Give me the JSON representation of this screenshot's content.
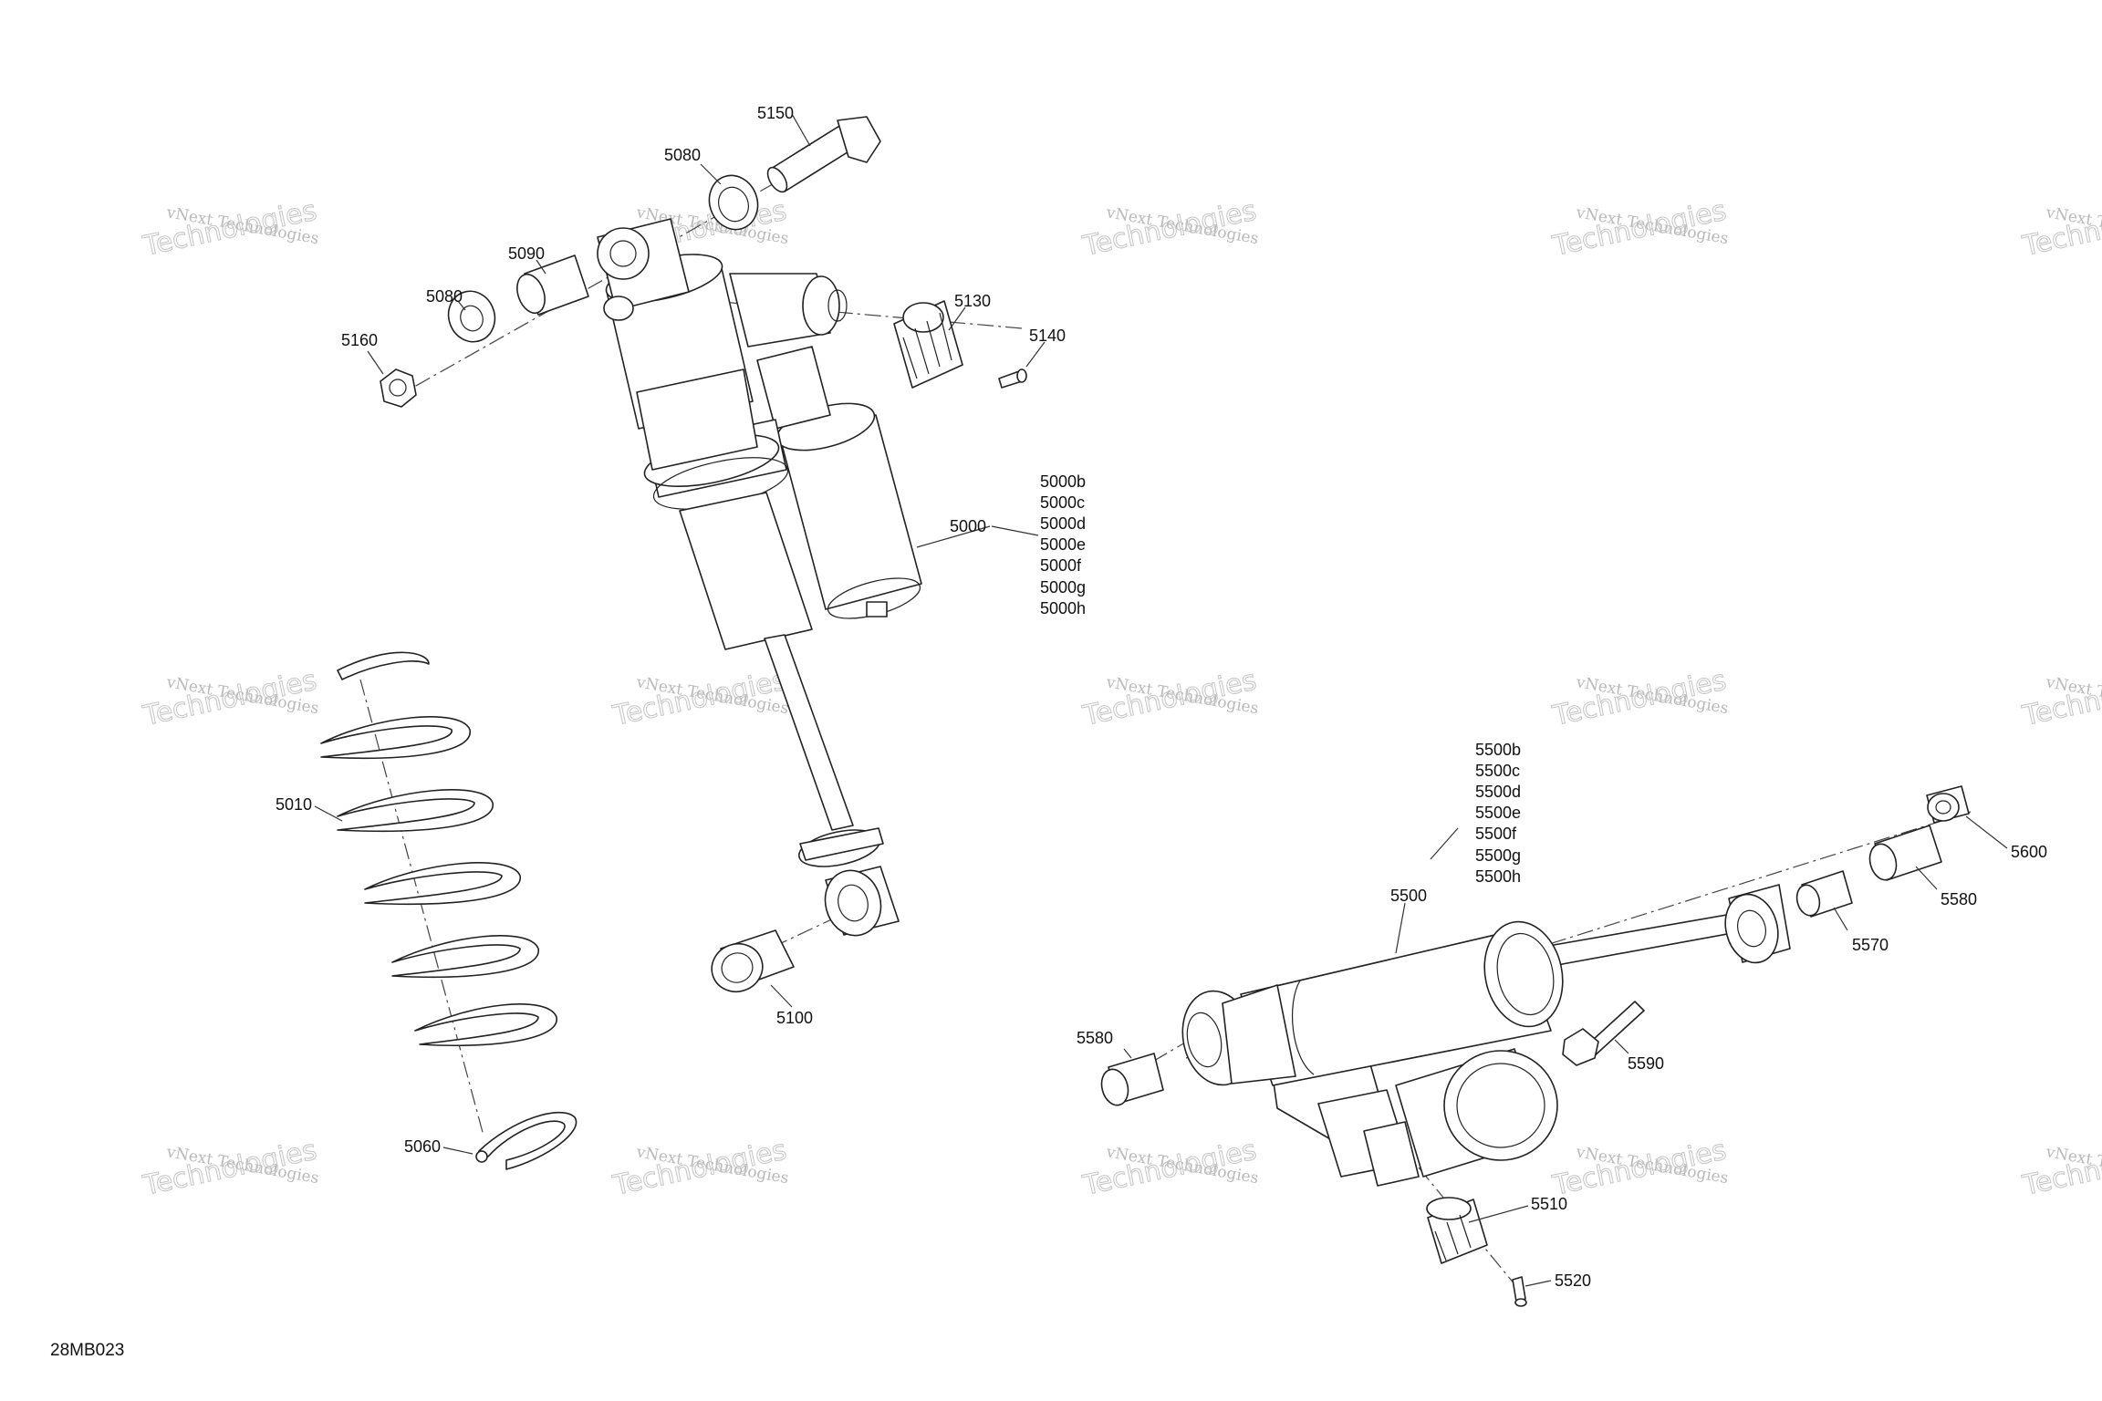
{
  "drawing": {
    "code": "28MB023",
    "watermark": {
      "line1": "vNext Technologies",
      "line2": "Technologies"
    }
  },
  "callouts": {
    "c5150": "5150",
    "c5080_top": "5080",
    "c5090": "5090",
    "c5080_mid": "5080",
    "c5160": "5160",
    "c5130": "5130",
    "c5140": "5140",
    "c5000": "5000",
    "c5010": "5010",
    "c5100": "5100",
    "c5060": "5060",
    "c5500": "5500",
    "c5580_left": "5580",
    "c5590": "5590",
    "c5510": "5510",
    "c5520": "5520",
    "c5570": "5570",
    "c5580_right": "5580",
    "c5600": "5600"
  },
  "variants_5000": [
    "5000b",
    "5000c",
    "5000d",
    "5000e",
    "5000f",
    "5000g",
    "5000h"
  ],
  "variants_5500": [
    "5500b",
    "5500c",
    "5500d",
    "5500e",
    "5500f",
    "5500g",
    "5500h"
  ]
}
